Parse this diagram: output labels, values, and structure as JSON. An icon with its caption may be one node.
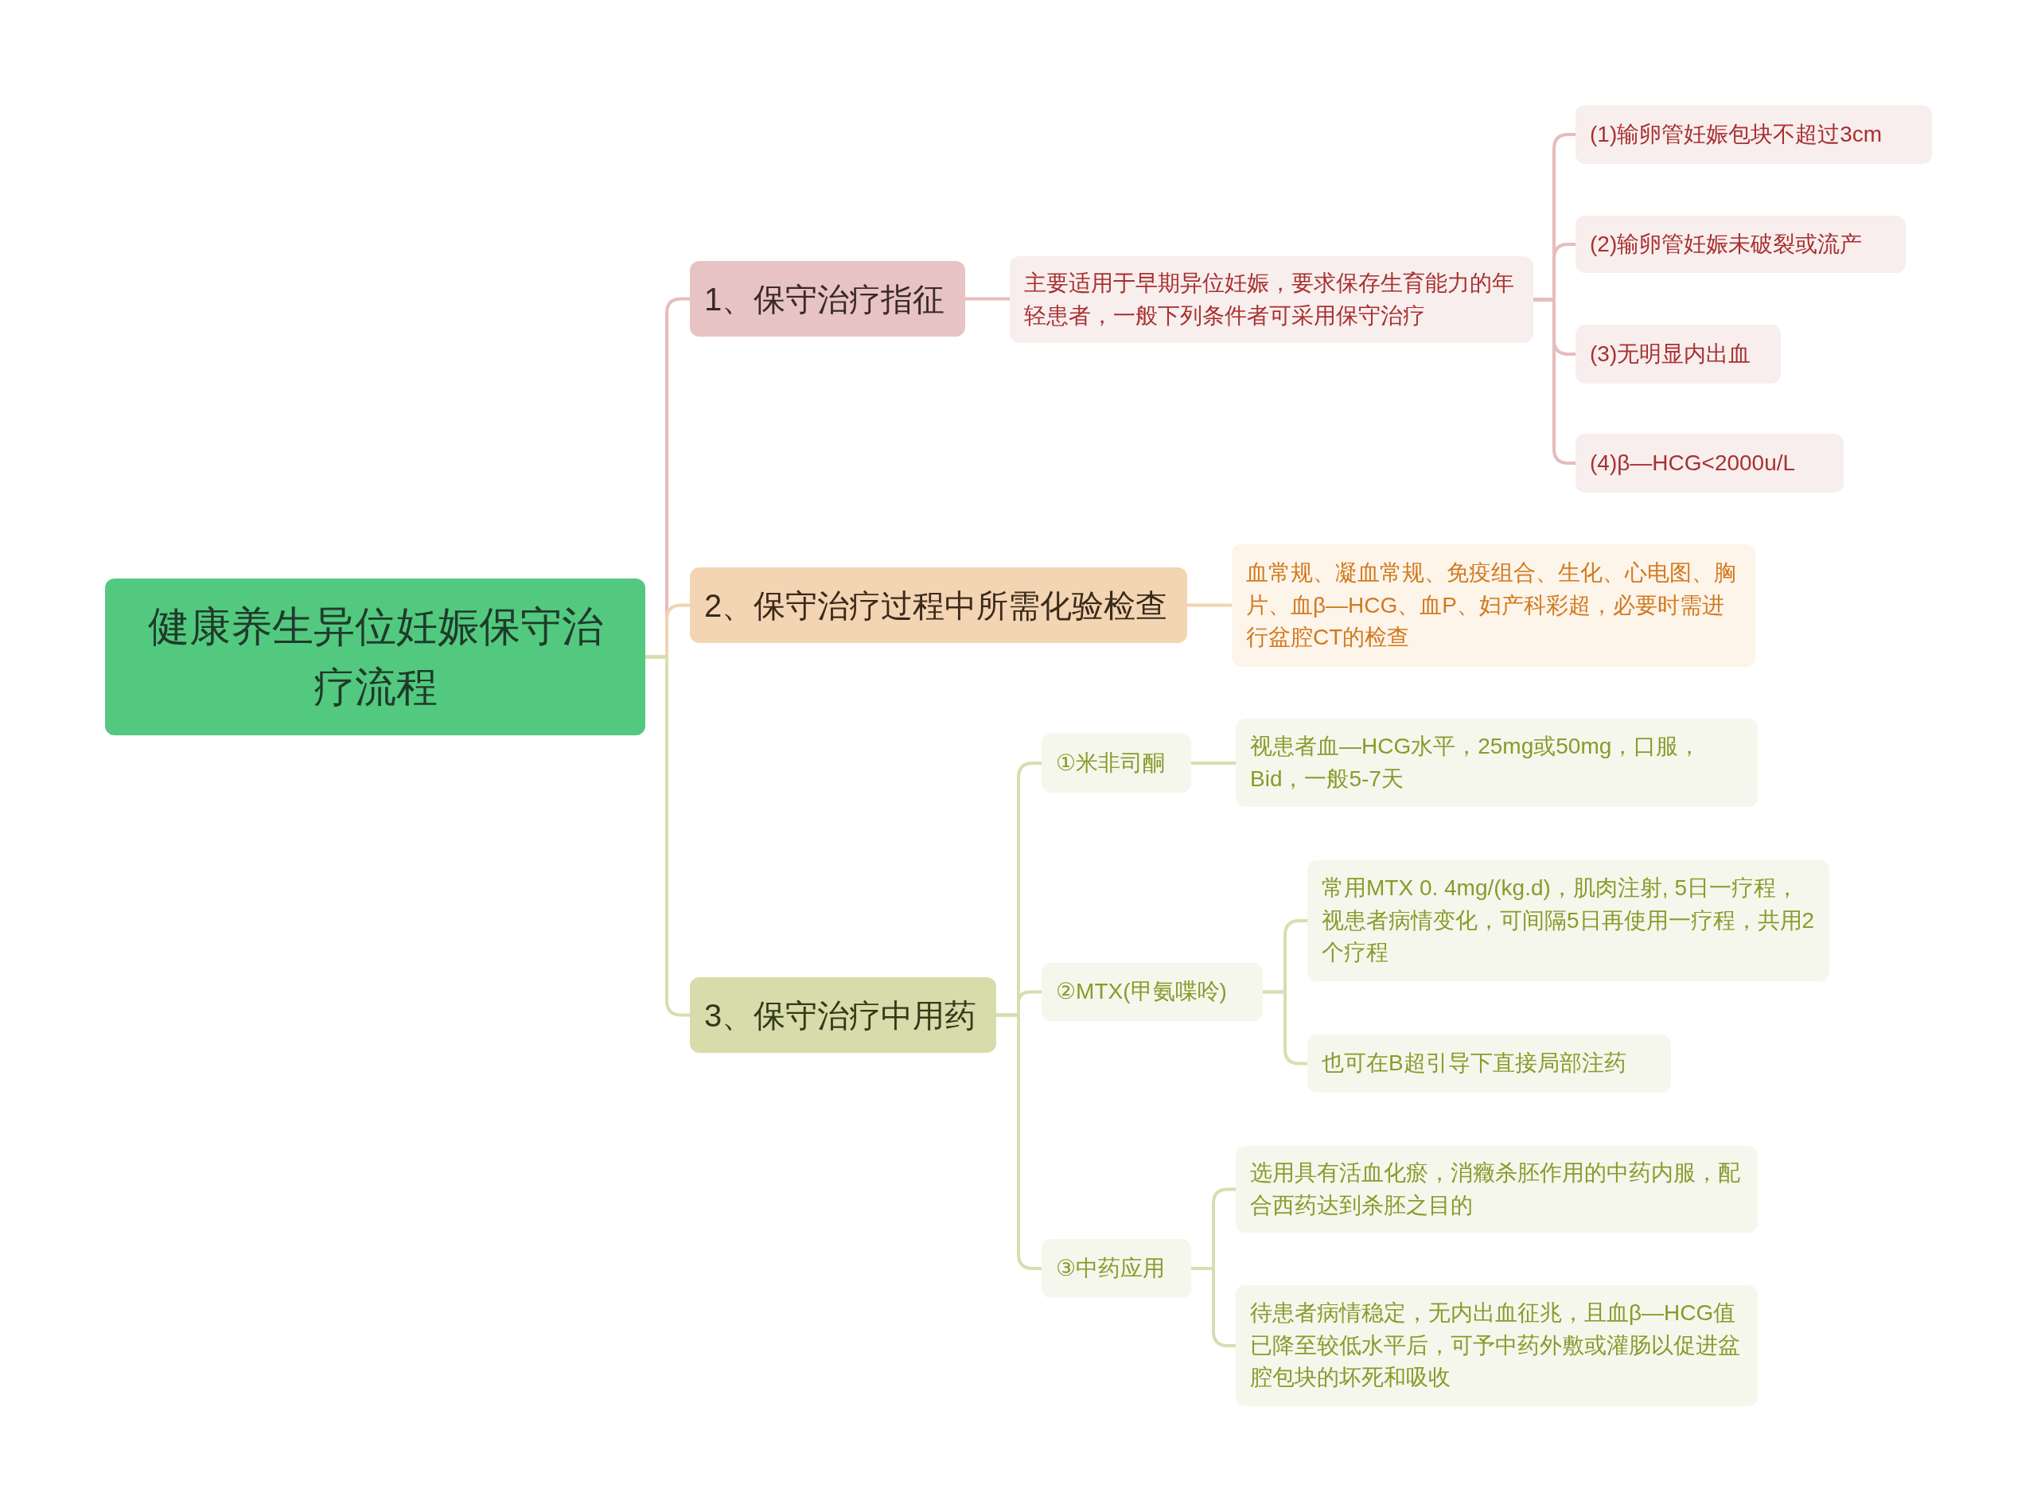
{
  "diagram": {
    "nodes": [
      {
        "text": [
          "健康养生异位妊娠保守治疗流程"
        ]
      },
      {
        "text": [
          "1、保守治疗指征"
        ]
      },
      {
        "text": [
          "主要适用于早期异位妊娠，要求保存生育能力的年轻患者，一般下列条件者可采用保守治疗"
        ]
      },
      {
        "text": [
          "(1)输卵管妊娠包块不超过3cm"
        ]
      },
      {
        "text": [
          "(2)输卵管妊娠未破裂或流产"
        ]
      },
      {
        "text": [
          "(3)无明显内出血"
        ]
      },
      {
        "text": [
          "(4)β—HCG<2000u/L"
        ]
      },
      {
        "text": [
          "2、保守治疗过程中所需化验检查"
        ]
      },
      {
        "text": [
          "血常规、凝血常规、免疫组合、生化、心电图、胸片、血β—HCG、血P、妇产科彩超，必要时需进行盆腔CT的检查"
        ]
      },
      {
        "text": [
          "3、保守治疗中用药"
        ]
      },
      {
        "text": [
          "①米非司酮"
        ]
      },
      {
        "text": [
          "视患者血—HCG水平，25mg或50mg，口服，Bid，一般5-7天"
        ]
      },
      {
        "text": [
          "②MTX(甲氨喋呤)"
        ]
      },
      {
        "text": [
          "常用MTX 0. 4mg/(kg.d)，肌肉注射, 5日一疗程，视患者病情变化，可间隔5日再使用一疗程，共用2个疗程"
        ]
      },
      {
        "text": [
          "也可在B超引导下直接局部注药"
        ]
      },
      {
        "text": [
          "③中药应用"
        ]
      },
      {
        "text": [
          "选用具有活血化瘀，消癥杀胚作用的中药内服，配合西药达到杀胚之目的"
        ]
      },
      {
        "text": [
          "待患者病情稳定，无内出血征兆，且血β—HCG值已降至较低水平后，可予中药外敷或灌肠以促进盆腔包块的坏死和吸收"
        ]
      }
    ],
    "edges": [
      {
        "from": 0,
        "to": 1,
        "arrow": "none",
        "color": "#e6bcbc"
      },
      {
        "from": 0,
        "to": 7,
        "arrow": "none",
        "color": "#f0d4b0"
      },
      {
        "from": 0,
        "to": 9,
        "arrow": "none"
      },
      {
        "from": 1,
        "to": 2,
        "arrow": "none",
        "color": "#e6bcbc"
      },
      {
        "from": 2,
        "to": 3,
        "arrow": "none",
        "color": "#e6bcbc"
      },
      {
        "from": 2,
        "to": 4,
        "arrow": "none",
        "color": "#e6bcbc"
      },
      {
        "from": 2,
        "to": 5,
        "arrow": "none",
        "color": "#e6bcbc"
      },
      {
        "from": 2,
        "to": 6,
        "arrow": "none",
        "color": "#e6bcbc"
      },
      {
        "from": 7,
        "to": 8,
        "arrow": "none",
        "color": "#f0d4b0"
      },
      {
        "from": 9,
        "to": 10,
        "arrow": "none"
      },
      {
        "from": 9,
        "to": 12,
        "arrow": "none"
      },
      {
        "from": 9,
        "to": 15,
        "arrow": "none"
      },
      {
        "from": 10,
        "to": 11,
        "arrow": "none"
      },
      {
        "from": 12,
        "to": 13,
        "arrow": "none"
      },
      {
        "from": 12,
        "to": 14,
        "arrow": "none"
      },
      {
        "from": 15,
        "to": 16,
        "arrow": "none"
      },
      {
        "from": 15,
        "to": 17,
        "arrow": "none"
      }
    ]
  }
}
